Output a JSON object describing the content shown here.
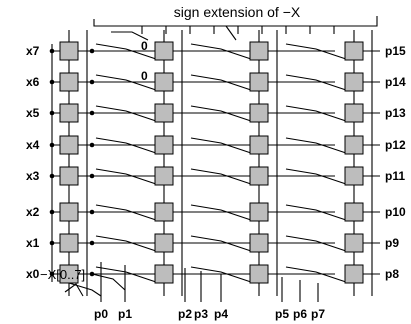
{
  "title": "sign extension of −X",
  "zero_label": "0",
  "neg_x_label": "−X[0..7]",
  "x_inputs": [
    "x7",
    "x6",
    "x5",
    "x4",
    "x3",
    "x2",
    "x1",
    "x0"
  ],
  "right_outputs": [
    "p15",
    "p14",
    "p13",
    "p12",
    "p11",
    "p10",
    "p9",
    "p8"
  ],
  "bottom_outputs": [
    "p0",
    "p1",
    "p2",
    "p3",
    "p4",
    "p5",
    "p6",
    "p7"
  ],
  "colors": {
    "cell_fill": "#bdbdbd",
    "line": "#000000"
  }
}
